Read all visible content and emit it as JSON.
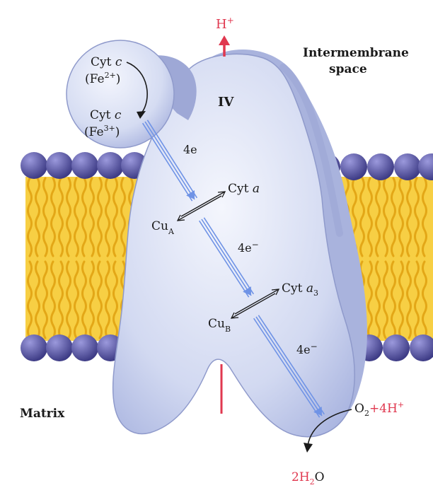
{
  "labels": {
    "proton_out": "H",
    "proton_out_sup": "+",
    "intermembrane_line1": "Intermembrane",
    "intermembrane_line2": "space",
    "matrix": "Matrix",
    "complex": "IV",
    "cytc_top": "Cyt",
    "cytc_top_italic": "c",
    "fe2": "(Fe",
    "fe2_sup": "2+",
    "fe2_close": ")",
    "cytc_bottom": "Cyt",
    "cytc_bottom_italic": "c",
    "fe3": "(Fe",
    "fe3_sup": "3+",
    "fe3_close": ")",
    "e1": "4e",
    "cyta": "Cyt",
    "cyta_italic": "a",
    "cua": "Cu",
    "cua_sub": "A",
    "e2": "4e",
    "e2_sup": "−",
    "cyta3": "Cyt",
    "cyta3_italic": "a",
    "cyta3_sub": "3",
    "cub": "Cu",
    "cub_sub": "B",
    "e3": "4e",
    "e3_sup": "−",
    "o2": "O",
    "o2_sub": "2",
    "plus4h": "+4H",
    "plus4h_sup": "+",
    "water_2h": "2H",
    "water_sub": "2",
    "water_o": "O"
  },
  "colors": {
    "lipid_tail": "#f2c12e",
    "lipid_head": "#5c5aa8",
    "protein_fill": "#cdd5ef",
    "electron_path": "#6f93e6",
    "proton_red": "#e0384f"
  }
}
